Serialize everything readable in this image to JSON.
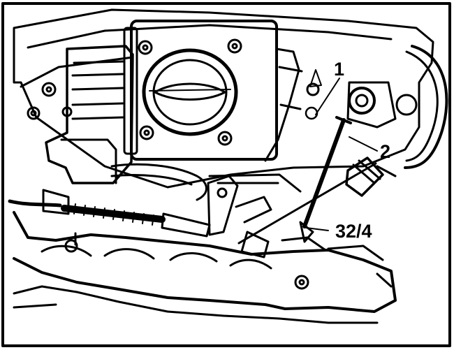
{
  "figure": {
    "callouts": [
      {
        "id": "1",
        "label": "1"
      },
      {
        "id": "2",
        "label": "2"
      },
      {
        "id": "3",
        "label": "32/4"
      }
    ]
  }
}
